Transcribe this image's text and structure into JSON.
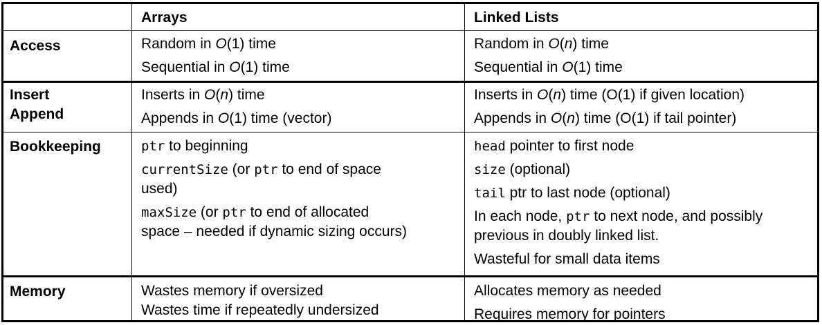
{
  "header": {
    "col_empty": "",
    "col_arrays": "Arrays",
    "col_linked": "Linked Lists"
  },
  "rows": {
    "access": {
      "label": "Access",
      "arrays": [
        "Random in O(1) time",
        "Sequential in O(1) time"
      ],
      "linked": [
        "Random in O(n) time",
        "Sequential in O(1) time"
      ]
    },
    "insert": {
      "label_1": "Insert",
      "label_2": "Append",
      "arrays": [
        "Inserts in O(n) time",
        "Appends in O(1) time (vector)"
      ],
      "linked": [
        "Inserts in O(n) time (O(1) if given location)",
        "Appends in O(n) time (O(1) if tail pointer)"
      ]
    },
    "bookkeeping": {
      "label": "Bookkeeping",
      "arrays": {
        "l1_code": "ptr",
        "l1_text": " to beginning",
        "l2_code": "currentSize",
        "l2_text_a": " (or ",
        "l2_code_b": "ptr",
        "l2_text_b": " to end of space",
        "l2_cont": "used)",
        "l3_code": "maxSize",
        "l3_text_a": " (or ",
        "l3_code_b": "ptr",
        "l3_text_b": " to end of allocated",
        "l3_cont": "space – needed if dynamic sizing occurs)"
      },
      "linked": {
        "l1_code": "head",
        "l1_text": " pointer to first node",
        "l2_code": "size",
        "l2_text": " (optional)",
        "l3_code": "tail",
        "l3_text": " ptr to last node (optional)",
        "l4_text_a": "In each node, ",
        "l4_code": "ptr",
        "l4_text_b": " to next node, and possibly",
        "l4_cont": "previous in doubly linked list.",
        "l5": "Wasteful for small data items"
      }
    },
    "memory": {
      "label": "Memory",
      "arrays": [
        "Wastes memory if oversized",
        "Wastes time if repeatedly undersized"
      ],
      "linked": [
        "Allocates memory as needed",
        "Requires memory for pointers"
      ]
    }
  }
}
